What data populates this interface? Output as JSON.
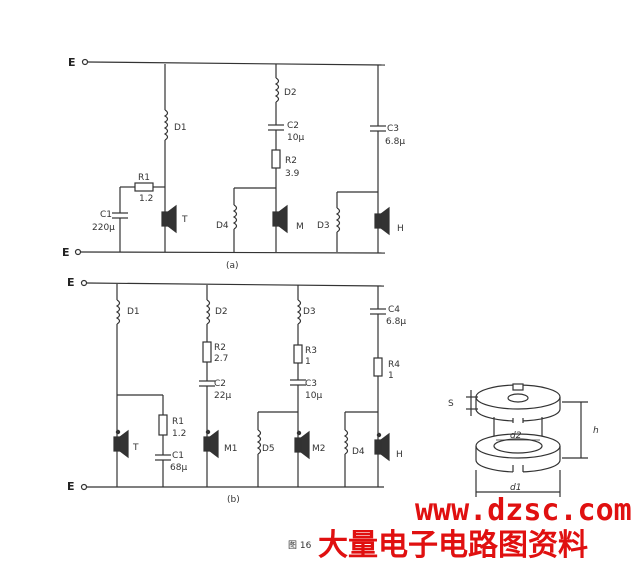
{
  "figure": {
    "terminals": {
      "e_top_a": "E",
      "e_bot_a": "E",
      "e_top_b": "E",
      "e_bot_b": "E"
    },
    "circuit_a": {
      "caption": "(a)",
      "d1": "D1",
      "d2": "D2",
      "d3": "D3",
      "d4": "D4",
      "r1": "R1",
      "r1_val": "1.2",
      "r2": "R2",
      "r2_val": "3.9",
      "c1": "C1",
      "c1_val": "220μ",
      "c2": "C2",
      "c2_val": "10μ",
      "c3": "C3",
      "c3_val": "6.8μ",
      "spk_t": "T",
      "spk_m": "M",
      "spk_h": "H"
    },
    "circuit_b": {
      "caption": "(b)",
      "d1": "D1",
      "d2": "D2",
      "d3": "D3",
      "d4": "D4",
      "d5": "D5",
      "r1": "R1",
      "r1_val": "1.2",
      "r2": "R2",
      "r2_val": "2.7",
      "r3": "R3",
      "r3_val": "1",
      "r4": "R4",
      "r4_val": "1",
      "c1": "C1",
      "c1_val": "68μ",
      "c2": "C2",
      "c2_val": "22μ",
      "c3": "C3",
      "c3_val": "10μ",
      "c4": "C4",
      "c4_val": "6.8μ",
      "spk_t": "T",
      "spk_m1": "M1",
      "spk_m2": "M2",
      "spk_h": "H"
    },
    "bobbin": {
      "s": "S",
      "h": "h",
      "d1": "d1",
      "d2": "d2"
    },
    "fig_caption": "图 16"
  },
  "watermark": {
    "url": "www.dzsc.com",
    "text": "大量电子电路图资料"
  }
}
